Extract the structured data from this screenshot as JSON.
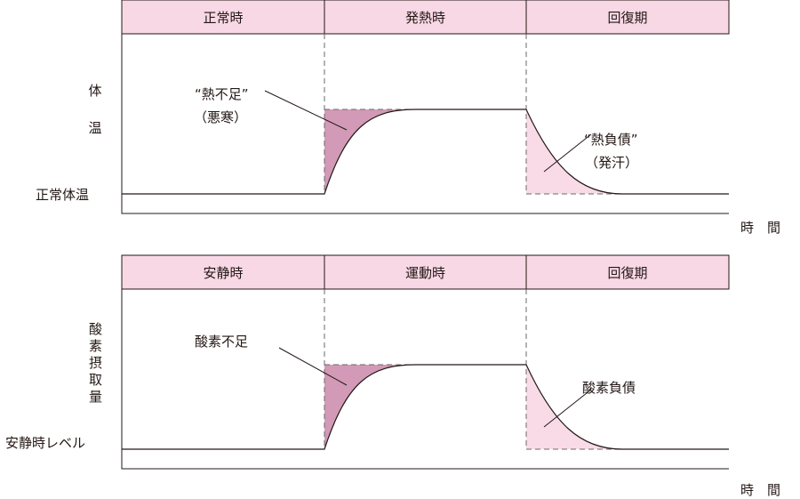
{
  "colors": {
    "header": "#f8d8e5",
    "deficit": "#d29ab6",
    "debt": "#f9dbe8",
    "line": "#231815",
    "dash": "#6a6a6a"
  },
  "panels": [
    {
      "phases": [
        "正常時",
        "発熱時",
        "回復期"
      ],
      "y_axis_label": "体温",
      "y_axis_chars": [
        "体",
        "温"
      ],
      "baseline_label": "正常体温",
      "x_axis_label": "時　間",
      "deficit_label": [
        "“熱不足”",
        "（悪寒）"
      ],
      "debt_label": [
        "“熱負債”",
        "（発汗）"
      ]
    },
    {
      "phases": [
        "安静時",
        "運動時",
        "回復期"
      ],
      "y_axis_label": "酸素摂取量",
      "y_axis_chars": [
        "酸",
        "素",
        "摂",
        "取",
        "量"
      ],
      "baseline_label": "安静時レベル",
      "x_axis_label": "時　間",
      "deficit_label": [
        "酸素不足"
      ],
      "debt_label": [
        "酸素負債"
      ]
    }
  ]
}
